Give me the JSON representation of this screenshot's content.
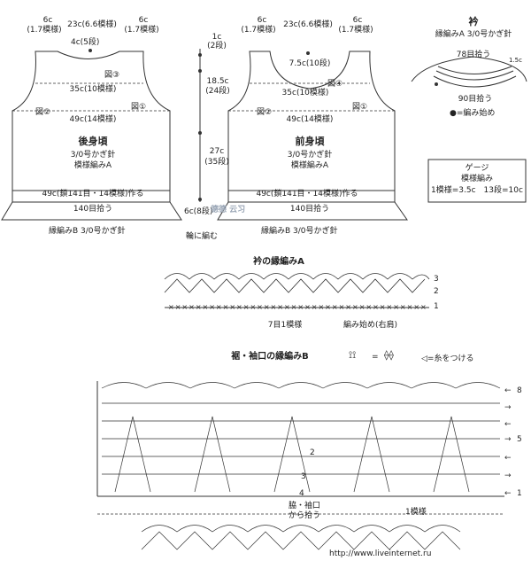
{
  "back": {
    "top_left": "6c",
    "top_left_sub": "(1.7模様)",
    "top_mid": "23c(6.6模様)",
    "top_right": "6c",
    "top_right_sub": "(1.7模様)",
    "neck": "4c(5段)",
    "fig3": "図③",
    "fig1": "図①",
    "fig2": "図②",
    "w35": "35c(10模様)",
    "w49": "49c(14模様)",
    "title": "後身頃",
    "hook": "3/0号かぎ針",
    "pattern": "模様編みA",
    "chain": "49c(鎖141目・14模様)作る",
    "pick": "140目拾う",
    "edge": "縁編みB 3/0号かぎ針"
  },
  "center": {
    "c1": "1c",
    "c1sub": "(2段)",
    "c2": "18.5c",
    "c2sub": "(24段)",
    "c3": "27c",
    "c3sub": "(35段)",
    "c4": "6c(8段)",
    "ring": "輪に編む",
    "watermark": "德德 云习"
  },
  "front": {
    "top_left": "6c",
    "top_left_sub": "(1.7模様)",
    "top_mid": "23c(6.6模様)",
    "top_right": "6c",
    "top_right_sub": "(1.7模様)",
    "neck": "7.5c(10段)",
    "fig4": "図④",
    "fig1": "図①",
    "fig2": "図②",
    "w35": "35c(10模様)",
    "w49": "49c(14模様)",
    "title": "前身頃",
    "hook": "3/0号かぎ針",
    "pattern": "模様編みA",
    "chain": "49c(鎖141目・14模様)作る",
    "pick": "140目拾う",
    "edge": "縁編みB 3/0号かぎ針"
  },
  "collar": {
    "title": "衿",
    "sub": "縁編みA 3/0号かぎ針",
    "s78": "78目拾う",
    "s90": "90目拾う",
    "s15": "1.5c",
    "start": "●=編み始め"
  },
  "gauge": {
    "title": "ゲージ",
    "pattern": "模様編み",
    "value": "1模様=3.5c　13段=10c"
  },
  "edgingA": {
    "title": "衿の縁編みA",
    "rows": [
      "3",
      "2",
      "1"
    ],
    "repeat": "7目1模様",
    "start": "編み始め(右肩)"
  },
  "edgingB": {
    "title": "裾・袖口の縁編みB",
    "symbol_eq": "=",
    "thread": "◁=糸をつける",
    "rows": [
      "8",
      "",
      "",
      "5",
      "",
      "",
      "",
      "1"
    ],
    "inner2": "2",
    "inner3": "3",
    "inner4": "4",
    "pick": "脇・袖口",
    "pick2": "から拾う",
    "repeat": "1模様"
  },
  "footer": {
    "url": "http://www.liveinternet.ru"
  }
}
